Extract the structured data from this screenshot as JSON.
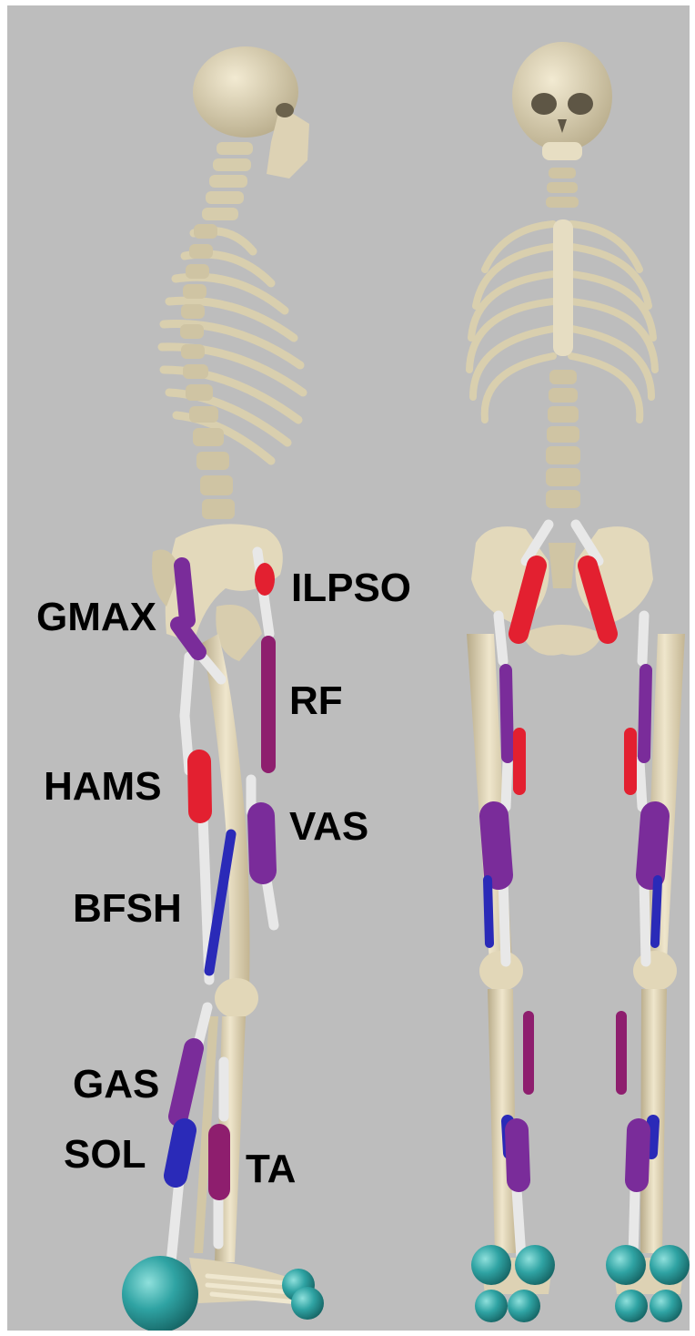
{
  "muscle_labels": {
    "gmax": "GMAX",
    "ilpso": "ILPSO",
    "rf": "RF",
    "hams": "HAMS",
    "vas": "VAS",
    "bfsh": "BFSH",
    "gas": "GAS",
    "sol": "SOL",
    "ta": "TA"
  },
  "colors": {
    "background": "#bdbdbd",
    "bone": "#e6dcc0",
    "bone_shade": "#b8ab8a",
    "tendon": "#e8e8e8",
    "muscle_red": "#e32030",
    "muscle_purple": "#7a2c9a",
    "muscle_magenta": "#8e1e6e",
    "muscle_blue": "#2a2ab8",
    "foot_sphere": "#2fa3a3"
  }
}
